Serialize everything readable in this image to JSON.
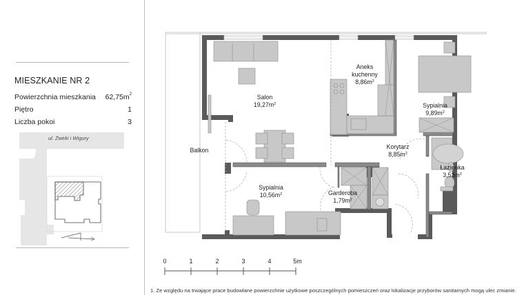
{
  "apartment": {
    "title": "MIESZKANIE NR 2",
    "details": [
      {
        "label": "Powierzchnia  mieszkania",
        "value": "62,75",
        "unit": "m",
        "sup": "2"
      },
      {
        "label": "Piętro",
        "value": "1",
        "unit": "",
        "sup": ""
      },
      {
        "label": "Liczba pokoi",
        "value": "3",
        "unit": "",
        "sup": ""
      }
    ]
  },
  "site_plan": {
    "street_label": "ul. Żwirki i Wigury"
  },
  "rooms": [
    {
      "name": "Salon",
      "area": "19,27m",
      "sup": "2"
    },
    {
      "name": "Aneks\nkuchenny",
      "name_line1": "Aneks",
      "name_line2": "kuchenny",
      "area": "8,86m",
      "sup": "2"
    },
    {
      "name": "Sypialnia",
      "area": "9,89m",
      "sup": "2"
    },
    {
      "name": "Korytarz",
      "area": "8,85m",
      "sup": "2"
    },
    {
      "name": "Łazienka",
      "area": "3,53m",
      "sup": "2"
    },
    {
      "name": "Garderoba",
      "area": "1,79m",
      "sup": "2"
    },
    {
      "name": "Sypialnia",
      "area": "10,56m",
      "sup": "2"
    },
    {
      "name": "Balkon",
      "area": "",
      "sup": ""
    }
  ],
  "scale_bar": {
    "labels": [
      "0",
      "1",
      "2",
      "3",
      "4",
      "5m"
    ]
  },
  "footnote": "1. Ze względu na trwające prace budowlane powierzchnie użytkowe poszczególnych pomieszczeń oraz lokalizacje przyborów sanitarnych mogą ulec zmianie.",
  "colors": {
    "wall": "#5a5a5a",
    "furniture": "#c8c8c8",
    "line": "#9a9a9a",
    "site_road": "#e6e6e6"
  }
}
